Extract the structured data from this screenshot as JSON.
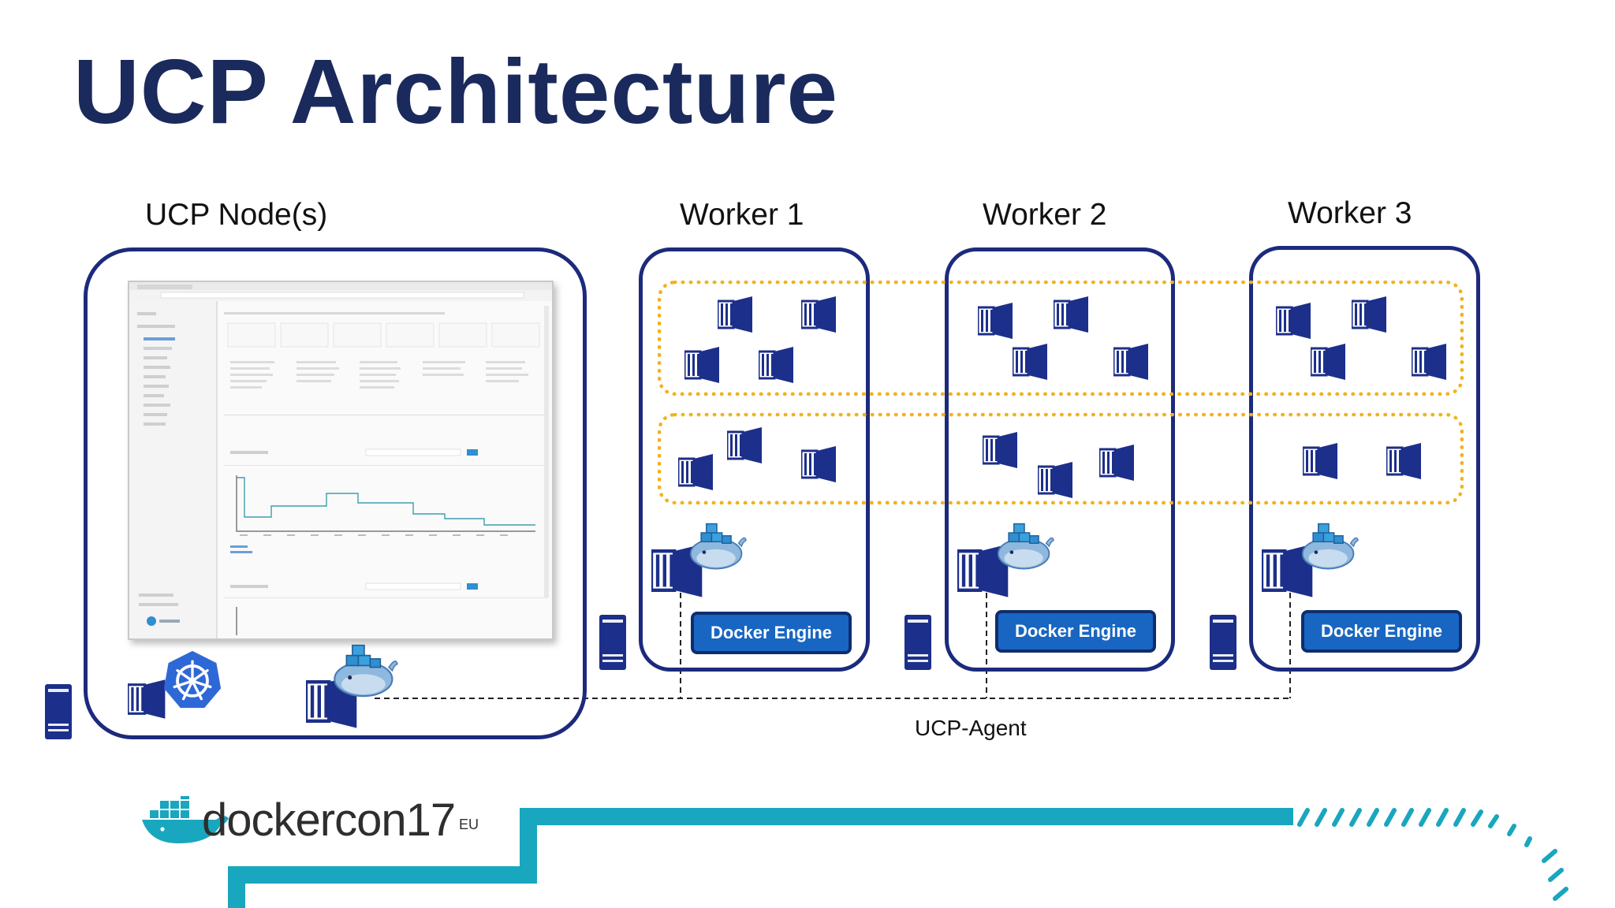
{
  "slide": {
    "title": "UCP Architecture",
    "ucp_label": "UCP Node(s)",
    "workers": [
      {
        "label": "Worker 1",
        "engine": "Docker Engine"
      },
      {
        "label": "Worker 2",
        "engine": "Docker Engine"
      },
      {
        "label": "Worker 3",
        "engine": "Docker Engine"
      }
    ],
    "agent_label": "UCP-Agent"
  },
  "logo": {
    "text": "dockercon17",
    "sup": "EU"
  },
  "icons": [
    "container-icon",
    "docker-whale-icon",
    "kubernetes-icon",
    "server-icon"
  ],
  "colors": {
    "title": "#1b2a5c",
    "frame": "#1c2a7d",
    "group_band": "#f2b21c",
    "engine_button": "#1866c2",
    "teal_accent": "#19a6bf"
  }
}
